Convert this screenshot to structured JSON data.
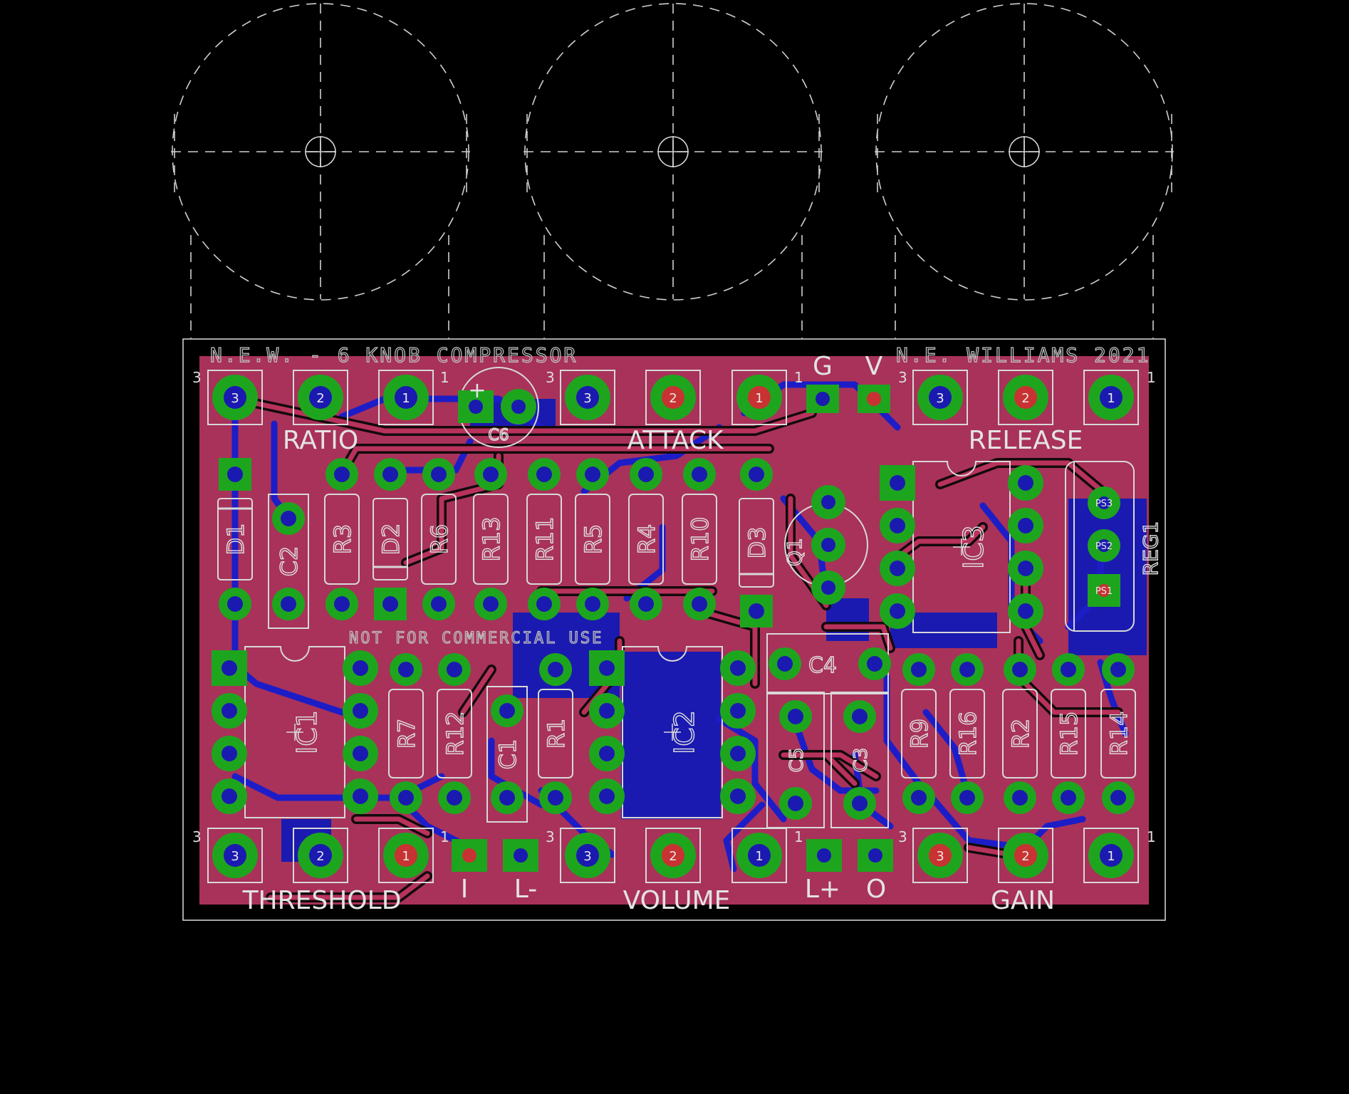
{
  "title_left": "N.E.W. - 6 KNOB COMPRESSOR",
  "title_right": "N.E. WILLIAMS 2021",
  "disclaimer": "NOT FOR COMMERCIAL USE",
  "colors": {
    "background": "#000000",
    "board": "#a8325a",
    "copper_bottom": "#1a1ab0",
    "pad": "#1ea51e",
    "drill": "#111111",
    "silk": "#d8d8d8"
  },
  "pots": [
    {
      "name": "RATIO",
      "pins": [
        "3",
        "2",
        "1"
      ],
      "corner_left": "3",
      "corner_right": "1"
    },
    {
      "name": "ATTACK",
      "pins": [
        "3",
        "2",
        "1"
      ],
      "corner_left": "3",
      "corner_right": "1"
    },
    {
      "name": "RELEASE",
      "pins": [
        "3",
        "2",
        "1"
      ],
      "corner_left": "3",
      "corner_right": "1"
    },
    {
      "name": "THRESHOLD",
      "pins": [
        "3",
        "2",
        "1"
      ],
      "corner_left": "3",
      "corner_right": "1"
    },
    {
      "name": "VOLUME",
      "pins": [
        "3",
        "2",
        "1"
      ],
      "corner_left": "3",
      "corner_right": "1"
    },
    {
      "name": "GAIN",
      "pins": [
        "3",
        "2",
        "1"
      ],
      "corner_left": "3",
      "corner_right": "1"
    }
  ],
  "connectors": [
    {
      "label": "G"
    },
    {
      "label": "V"
    },
    {
      "label": "I"
    },
    {
      "label": "L-"
    },
    {
      "label": "L+"
    },
    {
      "label": "O"
    }
  ],
  "components": [
    {
      "ref": "C6",
      "polarity": "+"
    },
    {
      "ref": "D1"
    },
    {
      "ref": "C2"
    },
    {
      "ref": "R3"
    },
    {
      "ref": "D2"
    },
    {
      "ref": "R6"
    },
    {
      "ref": "R13"
    },
    {
      "ref": "R11"
    },
    {
      "ref": "R5"
    },
    {
      "ref": "R4"
    },
    {
      "ref": "R10"
    },
    {
      "ref": "D3"
    },
    {
      "ref": "Q1"
    },
    {
      "ref": "IC3"
    },
    {
      "ref": "REG1"
    },
    {
      "ref": "IC1"
    },
    {
      "ref": "R7"
    },
    {
      "ref": "R12"
    },
    {
      "ref": "C1"
    },
    {
      "ref": "R1"
    },
    {
      "ref": "IC2"
    },
    {
      "ref": "C4"
    },
    {
      "ref": "C5"
    },
    {
      "ref": "C3"
    },
    {
      "ref": "R9"
    },
    {
      "ref": "R16"
    },
    {
      "ref": "R2"
    },
    {
      "ref": "R15"
    },
    {
      "ref": "R14"
    }
  ],
  "reg_pins": [
    "PS3",
    "PS2",
    "PS1"
  ]
}
